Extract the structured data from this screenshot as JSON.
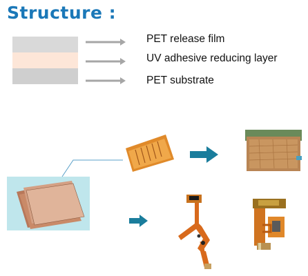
{
  "title": "Structure :",
  "layers": [
    {
      "label": "PET release film",
      "color": "#d9d9d9"
    },
    {
      "label": "UV adhesive reducing layer",
      "color": "#fde6d8"
    },
    {
      "label": "PET substrate",
      "color": "#cfcfcf"
    }
  ],
  "colors": {
    "title": "#1b78b8",
    "flow_arrow": "#1a7d9c",
    "pointer_arrow": "#a6a6a6",
    "copper": "#c98a5c",
    "polyimide": "#e08a2a"
  }
}
